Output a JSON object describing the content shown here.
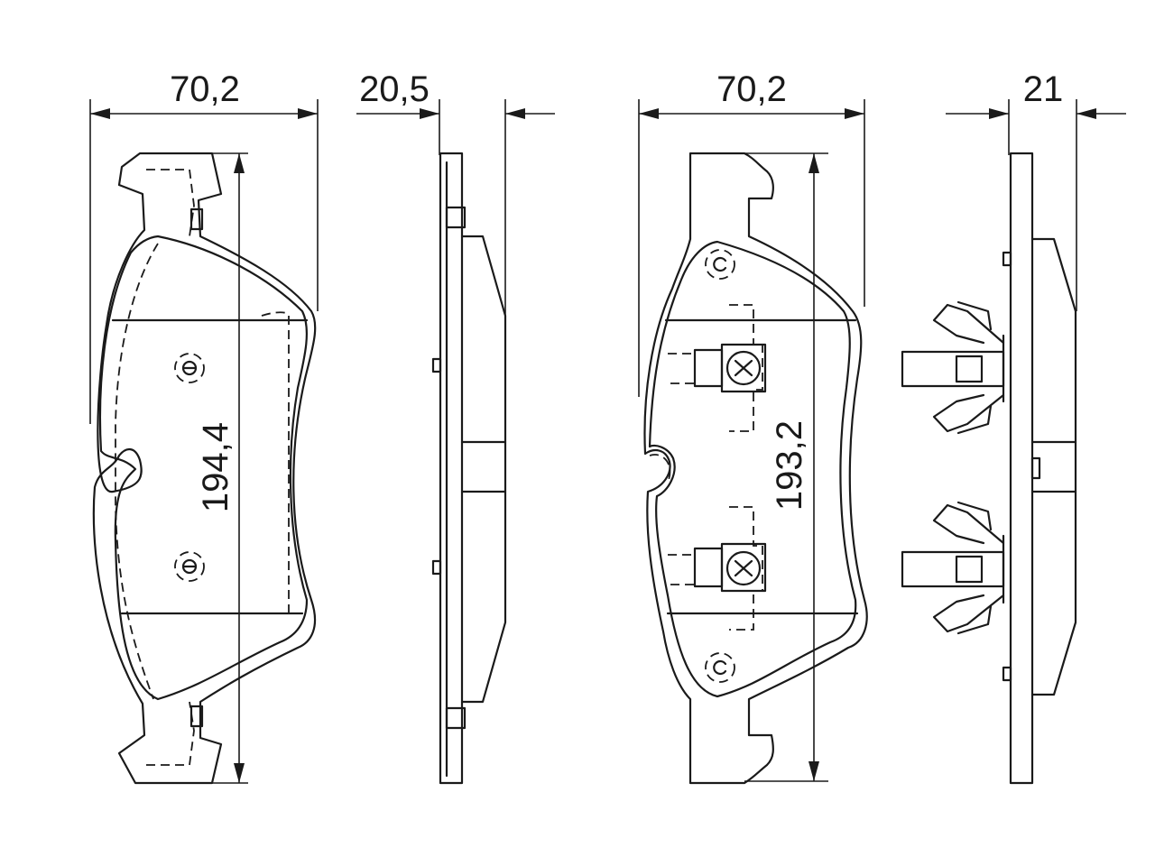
{
  "dimensions": {
    "pad1_width": "70,2",
    "pad1_thickness": "20,5",
    "pad2_width": "70,2",
    "pad2_thickness": "21",
    "pad1_length": "194,4",
    "pad2_length": "193,2"
  },
  "colors": {
    "line": "#1a1a1a",
    "background": "#ffffff"
  }
}
